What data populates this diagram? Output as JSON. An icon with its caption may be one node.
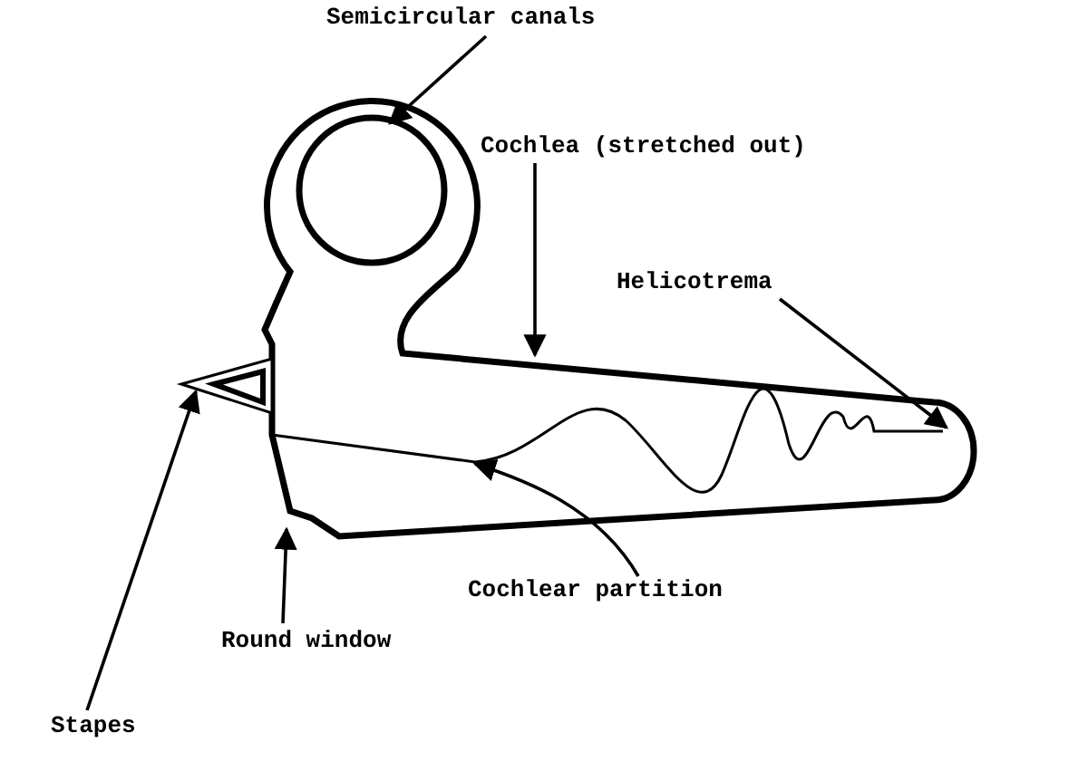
{
  "diagram": {
    "nodes": [
      {
        "text": [
          "Semicircular canals"
        ]
      },
      {
        "text": [
          "Cochlea (stretched out)"
        ]
      },
      {
        "text": [
          "Helicotrema"
        ]
      },
      {
        "text": [
          "Cochlear partition"
        ]
      },
      {
        "text": [
          "Round window"
        ]
      },
      {
        "text": [
          "Stapes"
        ]
      }
    ],
    "edges": [
      {
        "from": 0,
        "to": null,
        "arrow": "to"
      },
      {
        "from": 1,
        "to": null,
        "arrow": "to"
      },
      {
        "from": 2,
        "to": null,
        "arrow": "to"
      },
      {
        "from": 3,
        "to": null,
        "arrow": "to"
      },
      {
        "from": 4,
        "to": null,
        "arrow": "to"
      },
      {
        "from": 5,
        "to": null,
        "arrow": "to"
      }
    ]
  }
}
